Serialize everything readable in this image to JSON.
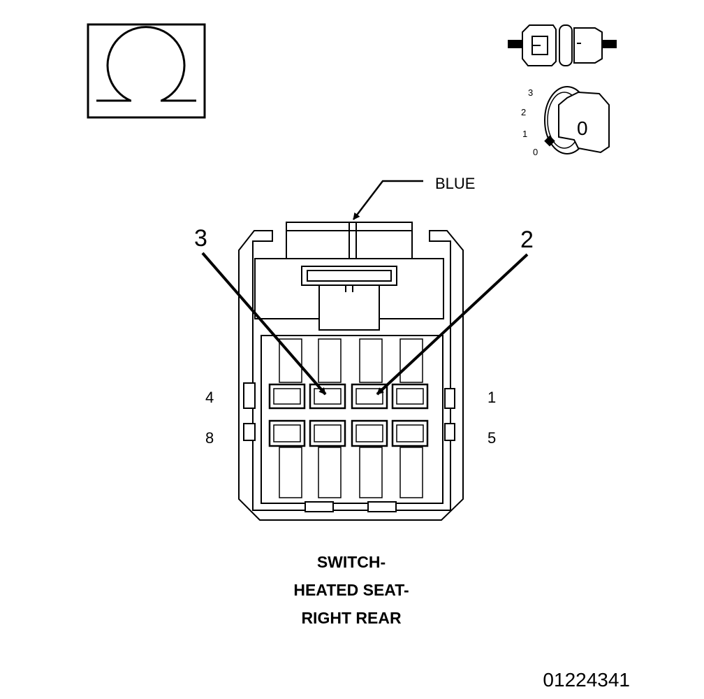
{
  "meter": {
    "symbol": "Ω",
    "icon": "ohm-icon"
  },
  "connector_icon": {
    "icon": "connector-icon"
  },
  "ignition": {
    "icon": "ignition-key-icon",
    "positions": [
      "3",
      "2",
      "1",
      "0"
    ],
    "key_label": "0"
  },
  "connector": {
    "color_label": "BLUE",
    "callouts": [
      "3",
      "2"
    ],
    "pin_labels": {
      "top_left": "4",
      "top_right": "1",
      "bottom_left": "8",
      "bottom_right": "5"
    }
  },
  "caption": {
    "lines": [
      "SWITCH-",
      "HEATED SEAT-",
      "RIGHT REAR"
    ]
  },
  "figure_id": "01224341"
}
